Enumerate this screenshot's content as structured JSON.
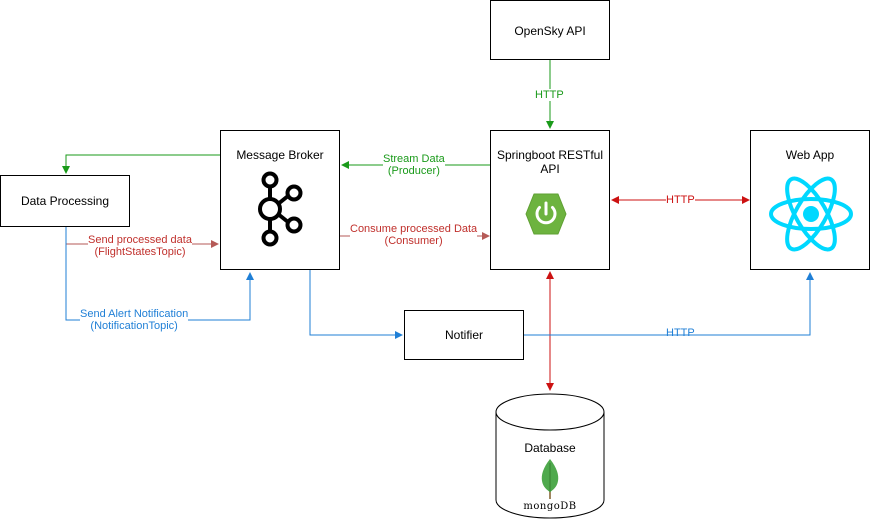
{
  "nodes": {
    "opensky": {
      "label": "OpenSky API"
    },
    "spring": {
      "label": "Springboot RESTful\nAPI"
    },
    "webapp": {
      "label": "Web App"
    },
    "broker": {
      "label": "Message Broker"
    },
    "processing": {
      "label": "Data Processing"
    },
    "notifier": {
      "label": "Notifier"
    },
    "database": {
      "label": "Database",
      "logo_text": "mongoDB"
    }
  },
  "edges": {
    "opensky_spring": {
      "label": "HTTP",
      "color": "#1a9a1a"
    },
    "stream": {
      "line1": "Stream Data",
      "line2": "(Producer)",
      "color": "#1a9a1a"
    },
    "broker_processing": {
      "color": "#1a9a1a"
    },
    "consume": {
      "line1": "Consume processed Data",
      "line2": "(Consumer)",
      "color": "#c0302c"
    },
    "send_processed": {
      "line1": "Send processed data",
      "line2": "(FlightStatesTopic)",
      "color": "#c0302c"
    },
    "spring_webapp": {
      "label": "HTTP",
      "color": "#cc1111"
    },
    "spring_database": {
      "color": "#cc1111"
    },
    "alert": {
      "line1": "Send Alert Notification",
      "line2": "(NotificationTopic)",
      "color": "#1f7fd6"
    },
    "broker_notifier": {
      "color": "#1f7fd6"
    },
    "notifier_webapp": {
      "label": "HTTP",
      "color": "#1f7fd6"
    }
  },
  "icons": {
    "kafka": "kafka-icon",
    "spring": "spring-power-icon",
    "react": "react-atom-icon",
    "mongodb": "mongodb-leaf-icon"
  },
  "colors": {
    "spring_green": "#6db33f",
    "react_cyan": "#00d8ff",
    "mongo_green": "#4fa94d"
  }
}
